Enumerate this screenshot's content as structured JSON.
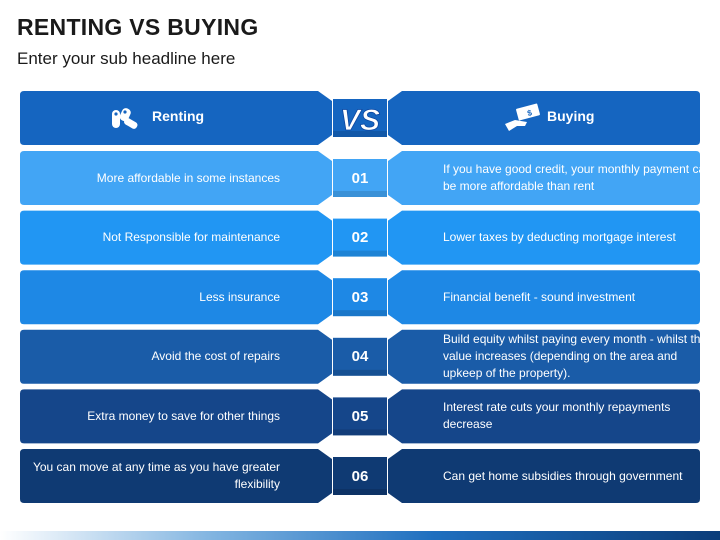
{
  "title": "RENTING VS BUYING",
  "subtitle": "Enter your sub headline here",
  "header": {
    "left_label": "Renting",
    "right_label": "Buying",
    "vs_label": "Vs",
    "left_icon": "keys-icon",
    "right_icon": "money-hand-icon"
  },
  "colors": {
    "header": "#1565C0",
    "rows": [
      "#42A5F5",
      "#2196F3",
      "#1E88E5",
      "#1A5CA8",
      "#15468A",
      "#0F3A73"
    ]
  },
  "rows": [
    {
      "number": "01",
      "renting": "More affordable in some instances",
      "buying": "If you have good credit, your monthly payment can be more affordable than rent"
    },
    {
      "number": "02",
      "renting": "Not Responsible for maintenance",
      "buying": "Lower taxes by deducting mortgage interest"
    },
    {
      "number": "03",
      "renting": "Less insurance",
      "buying": "Financial benefit - sound investment"
    },
    {
      "number": "04",
      "renting": "Avoid the cost of repairs",
      "buying": "Build equity whilst paying every month - whilst the value increases (depending on the area and upkeep of the property)."
    },
    {
      "number": "05",
      "renting": "Extra money to save for other things",
      "buying": "Interest rate cuts your monthly repayments decrease"
    },
    {
      "number": "06",
      "renting": "You can move at any time as you have greater flexibility",
      "buying": "Can get home subsidies through government"
    }
  ]
}
